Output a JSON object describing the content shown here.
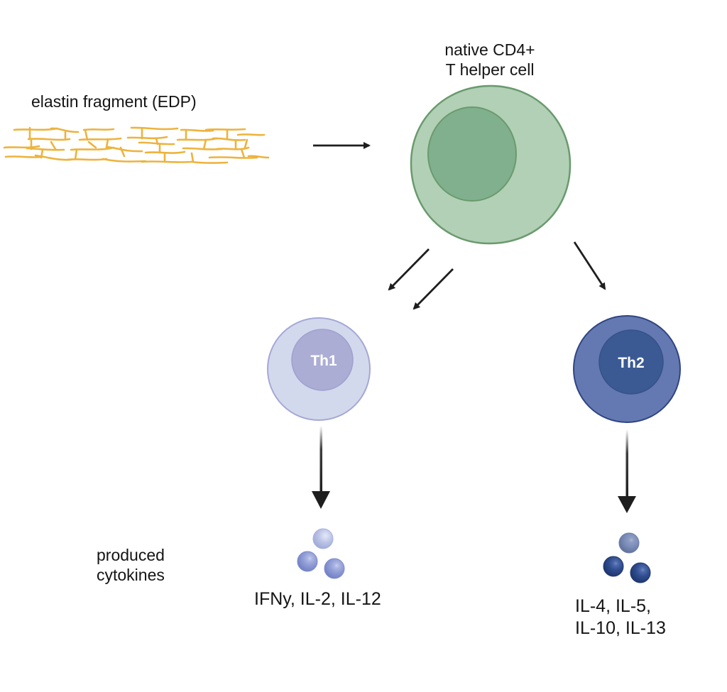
{
  "diagram": {
    "title": "Elastin fragment induced T helper cell differentiation",
    "source": {
      "label": "elastin fragment (EDP)",
      "icon": "elastin-fibers-icon",
      "color": "#EDB33E"
    },
    "naive_cell": {
      "label_line1": "native CD4+",
      "label_line2": "T helper cell",
      "membrane_color": "#B1D0B5",
      "nucleus_color": "#80B08E",
      "stroke_color": "#6A9A6E"
    },
    "th1": {
      "label": "Th1",
      "membrane_color": "#D3D9EC",
      "nucleus_color": "#ACADD5",
      "stroke_color": "#A4A8D6",
      "cytokines": "IFNy, IL-2, IL-12",
      "cytokine_colors": [
        "#BBC3E6",
        "#8F9CD5",
        "#8F9CD5"
      ],
      "arrow_count": 2
    },
    "th2": {
      "label": "Th2",
      "membrane_color": "#6479B2",
      "nucleus_color": "#3B5A94",
      "stroke_color": "#2F4582",
      "cytokines_line1": "IL-4, IL-5,",
      "cytokines_line2": "IL-10, IL-13",
      "cytokine_colors": [
        "#7B8DB8",
        "#2E4C8E",
        "#2E4C8E"
      ],
      "arrow_count": 1
    },
    "row_label_line1": "produced",
    "row_label_line2": "cytokines",
    "arrow_color": "#1E1E1E"
  }
}
